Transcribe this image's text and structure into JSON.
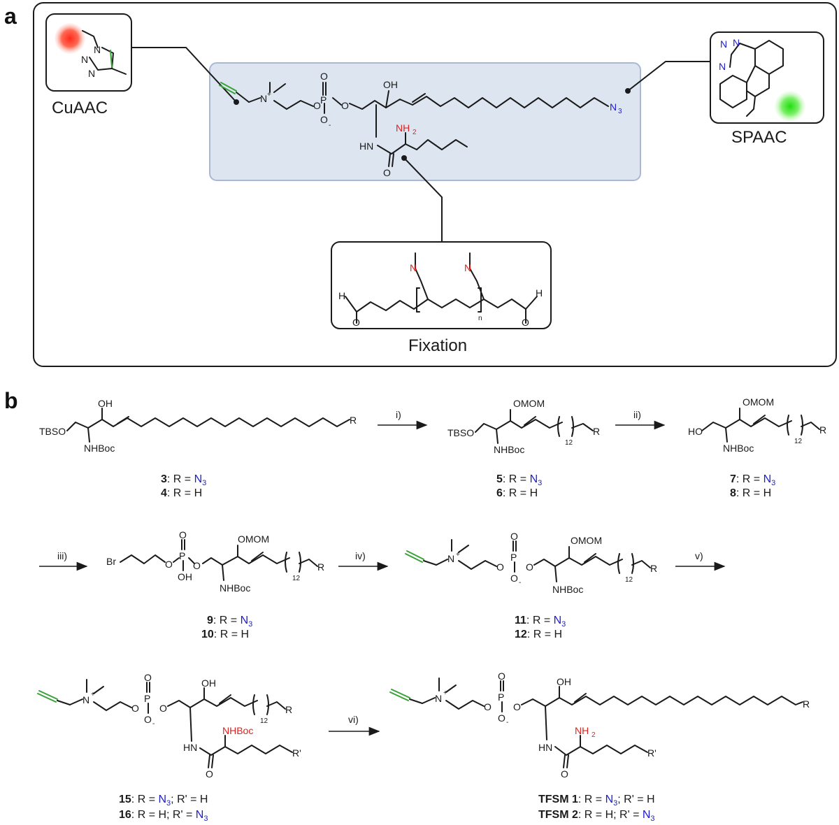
{
  "panels": {
    "a": "a",
    "b": "b"
  },
  "panel_a": {
    "box_labels": {
      "cuaac": "CuAAC",
      "spaac": "SPAAC",
      "fixation": "Fixation"
    },
    "atoms": {
      "n_plus": "N",
      "plus": "+",
      "o": "O",
      "p": "P",
      "o_minus": "O",
      "minus": "-",
      "oh": "OH",
      "n3_n": "N",
      "n3_sub": "3",
      "nh2_nh": "NH",
      "nh2_sub": "2",
      "hn": "HN",
      "o_amide": "O",
      "n_triazole": "N",
      "n_triazole2": "N",
      "n_triazole3": "N",
      "n_imine": "N",
      "h": "H",
      "n_sub": "n"
    },
    "colors": {
      "highlight": "#dde6f0",
      "probe_red": "#ff3a2a",
      "probe_green": "#39e021",
      "azide_blue": "#1c1ccc",
      "amine_red": "#e0201c",
      "alkyne_green": "#3aa23a"
    }
  },
  "panel_b": {
    "steps": [
      "i)",
      "ii)",
      "iii)",
      "iv)",
      "v)",
      "vi)"
    ],
    "atoms": {
      "tbso": "TBSO",
      "oh": "OH",
      "nhboc": "NHBoc",
      "r": "R",
      "omom": "OMOM",
      "sub12": "12",
      "ho": "HO",
      "br": "Br",
      "p": "P",
      "o": "O",
      "n": "N",
      "plus": "+",
      "minus": "-",
      "hn": "HN",
      "nh2": "NH",
      "sub2": "2",
      "rprime": "R'"
    },
    "compounds": [
      {
        "id": "c3",
        "num": "3",
        "text": ": R = ",
        "value": "N",
        "sub": "3",
        "tail": ""
      },
      {
        "id": "c4",
        "num": "4",
        "text": ": R = H",
        "value": "",
        "sub": "",
        "tail": ""
      },
      {
        "id": "c5",
        "num": "5",
        "text": ": R = ",
        "value": "N",
        "sub": "3",
        "tail": ""
      },
      {
        "id": "c6",
        "num": "6",
        "text": ": R = H",
        "value": "",
        "sub": "",
        "tail": ""
      },
      {
        "id": "c7",
        "num": "7",
        "text": ": R = ",
        "value": "N",
        "sub": "3",
        "tail": ""
      },
      {
        "id": "c8",
        "num": "8",
        "text": ": R = H",
        "value": "",
        "sub": "",
        "tail": ""
      },
      {
        "id": "c9",
        "num": "9",
        "text": ": R = ",
        "value": "N",
        "sub": "3",
        "tail": ""
      },
      {
        "id": "c10",
        "num": "10",
        "text": ": R = H",
        "value": "",
        "sub": "",
        "tail": ""
      },
      {
        "id": "c11",
        "num": "11",
        "text": ": R = ",
        "value": "N",
        "sub": "3",
        "tail": ""
      },
      {
        "id": "c12",
        "num": "12",
        "text": ": R = H",
        "value": "",
        "sub": "",
        "tail": ""
      },
      {
        "id": "c15",
        "num": "15",
        "text": ": R = ",
        "value": "N",
        "sub": "3",
        "tail": "; R' = H"
      },
      {
        "id": "c16",
        "num": "16",
        "text": ": R = H; R' = ",
        "value": "N",
        "sub": "3",
        "tail": ""
      },
      {
        "id": "t1",
        "num": "TFSM 1",
        "text": ": R = ",
        "value": "N",
        "sub": "3",
        "tail": "; R' = H"
      },
      {
        "id": "t2",
        "num": "TFSM 2",
        "text": ": R = H; R' = ",
        "value": "N",
        "sub": "3",
        "tail": ""
      }
    ]
  }
}
